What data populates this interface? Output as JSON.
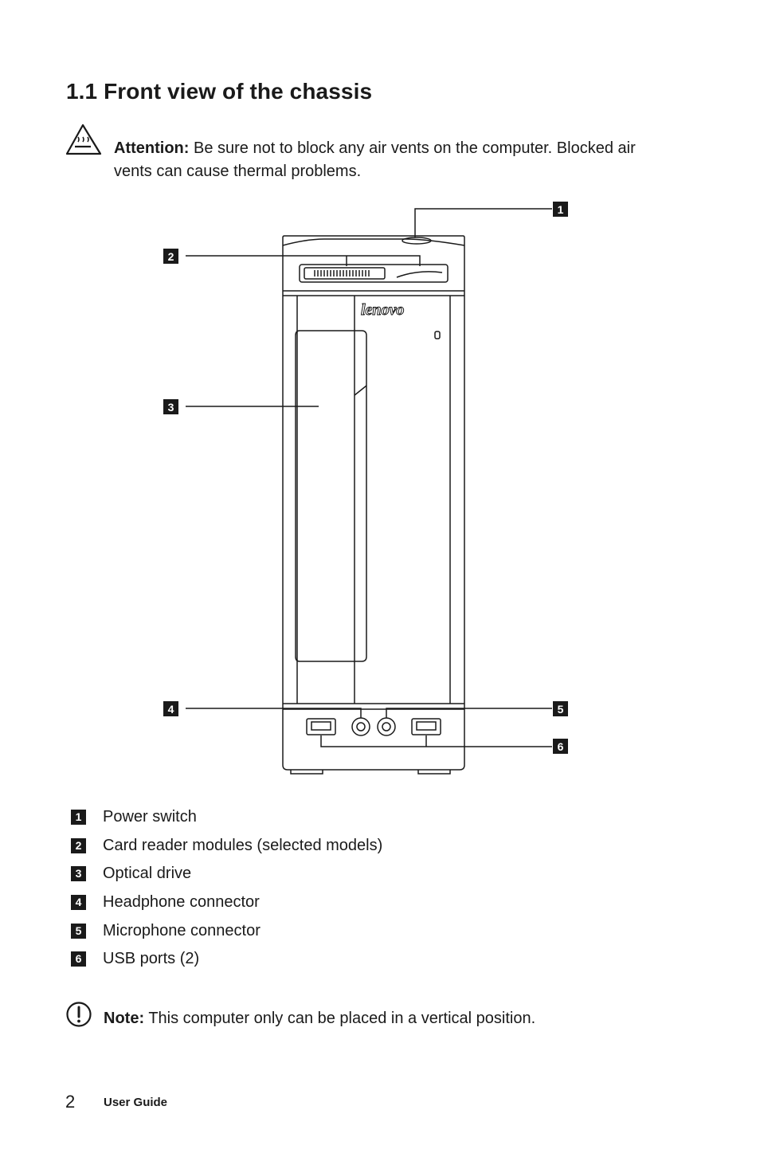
{
  "page": {
    "title": "1.1 Front view of the chassis",
    "attention_label": "Attention:",
    "attention_text": "Be sure not to block any air vents on the computer. Blocked air vents can cause thermal problems.",
    "note_label": "Note:",
    "note_text": "This computer only can be placed in a vertical position.",
    "page_number": "2",
    "footer_title": "User Guide"
  },
  "diagram": {
    "logo_text": "lenovo",
    "callouts": [
      "1",
      "2",
      "3",
      "4",
      "5",
      "6"
    ]
  },
  "legend": [
    {
      "num": "1",
      "label": "Power switch"
    },
    {
      "num": "2",
      "label": "Card reader modules (selected models)"
    },
    {
      "num": "3",
      "label": "Optical drive"
    },
    {
      "num": "4",
      "label": "Headphone connector"
    },
    {
      "num": "5",
      "label": "Microphone connector"
    },
    {
      "num": "6",
      "label": "USB ports (2)"
    }
  ],
  "icons": {
    "attention": "hot-surface-warning-icon",
    "note": "exclamation-circle-icon"
  },
  "colors": {
    "ink": "#1a1a1a",
    "background": "#ffffff"
  }
}
